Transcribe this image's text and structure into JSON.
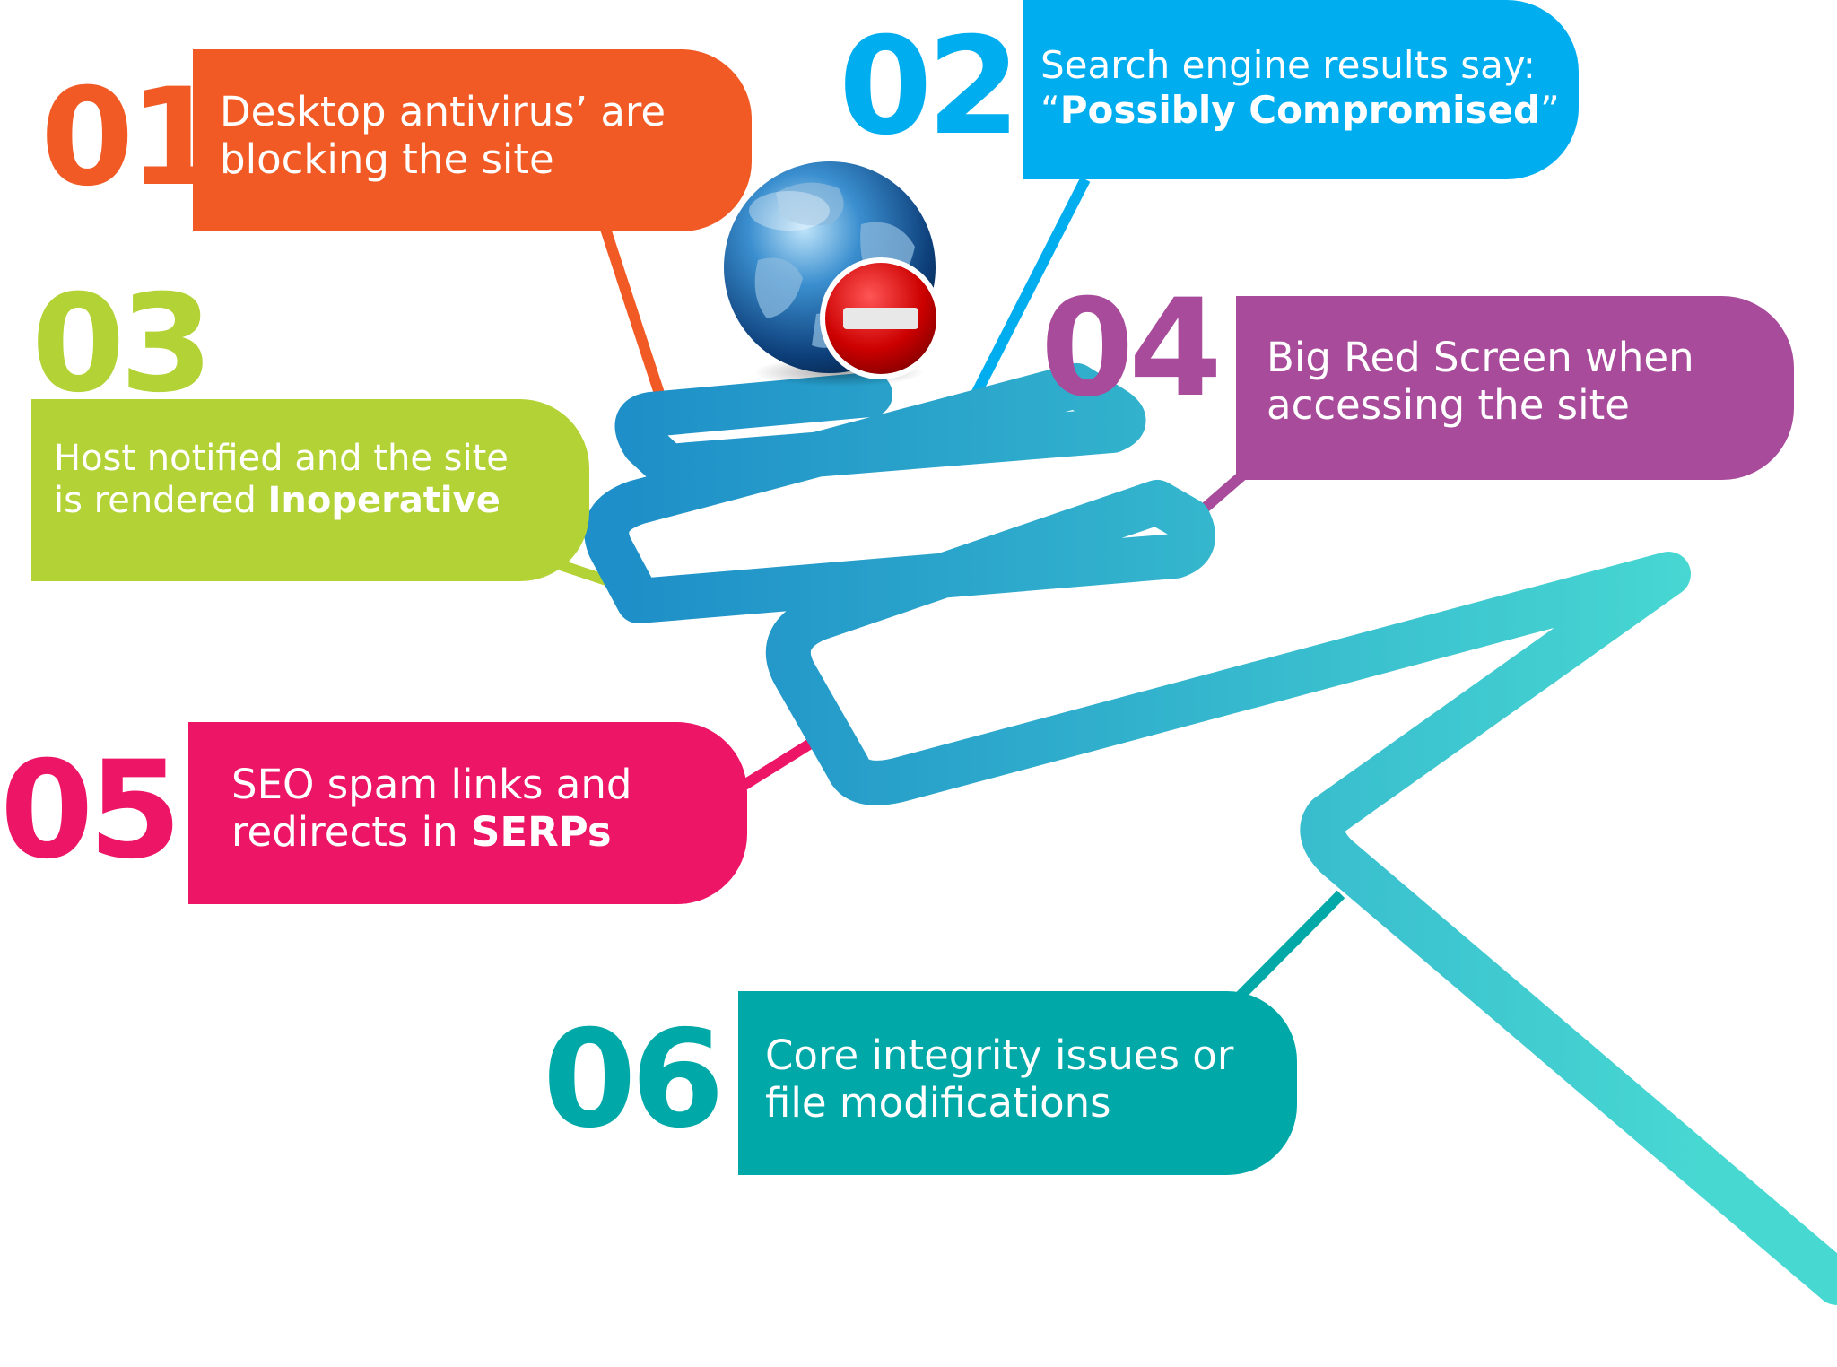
{
  "steps": [
    {
      "number": "01",
      "color": "#f15a24",
      "line1": "Desktop antivirus’ are",
      "line2": "blocking the site"
    },
    {
      "number": "02",
      "color": "#00aeef",
      "line1": "Search engine results say:",
      "line2_open": "“",
      "line2_bold": "Possibly Compromised",
      "line2_close": "”"
    },
    {
      "number": "03",
      "color": "#b2d235",
      "line1": "Host notified and the site",
      "line2_plain": "is rendered ",
      "line2_bold": "Inoperative"
    },
    {
      "number": "04",
      "color": "#a84b9b",
      "line1": "Big Red Screen when",
      "line2": "accessing the site"
    },
    {
      "number": "05",
      "color": "#ed1566",
      "line1": "SEO spam links and",
      "line2_plain": "redirects in ",
      "line2_bold": "SERPs"
    },
    {
      "number": "06",
      "color": "#00a8a8",
      "line1": "Core integrity issues or",
      "line2": "file modifications"
    }
  ],
  "path_gradient": {
    "start_color": "#1e8fc8",
    "end_color": "#48d8d2"
  },
  "globe_icon": "globe-with-blocked-sign-icon"
}
